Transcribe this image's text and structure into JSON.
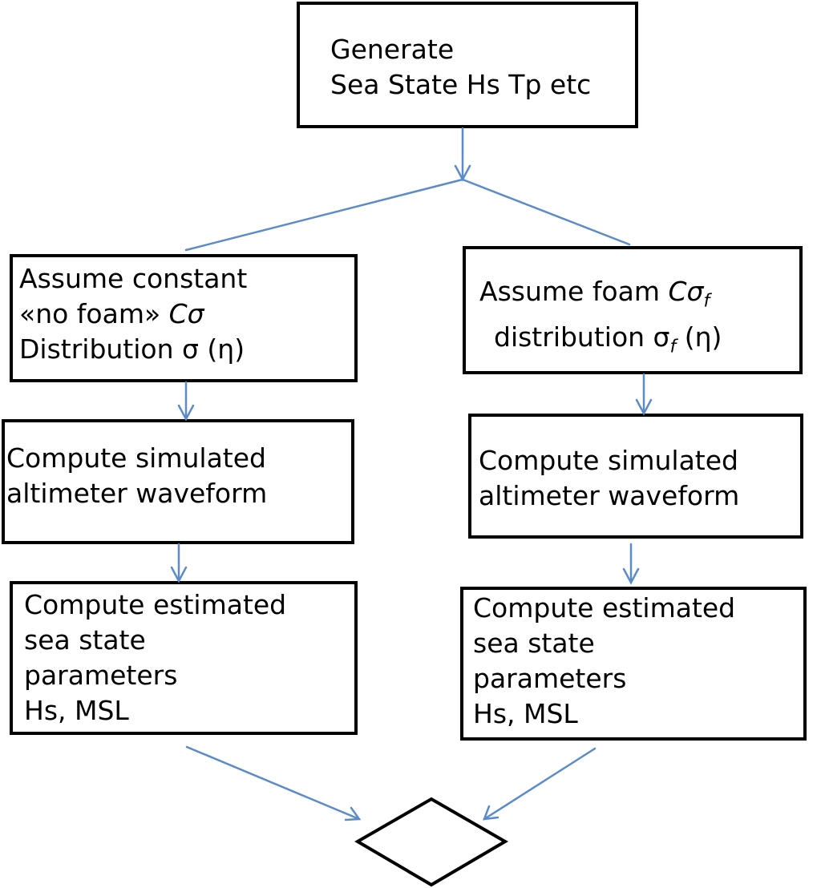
{
  "nodes": {
    "generate": {
      "lines": [
        "Generate",
        "Sea State Hs Tp etc"
      ]
    },
    "left_assume": {
      "line1": "Assume constant",
      "line2_text": "«no foam» ",
      "line2_sym": "Cσ",
      "line3": "Distribution σ (η)"
    },
    "right_assume": {
      "line1_text": "Assume foam ",
      "line1_sym": "Cσ",
      "line1_sub": "f",
      "line2_a": "distribution σ",
      "line2_sub": "f",
      "line2_b": " (η)"
    },
    "left_compute_waveform": {
      "lines": [
        "Compute simulated",
        "altimeter waveform"
      ]
    },
    "right_compute_waveform": {
      "lines": [
        "Compute simulated",
        "altimeter waveform"
      ]
    },
    "left_compute_params": {
      "lines": [
        "Compute estimated",
        "sea state",
        "parameters",
        "Hs, MSL"
      ]
    },
    "right_compute_params": {
      "lines": [
        "Compute estimated",
        "sea state",
        "parameters",
        "Hs, MSL"
      ]
    }
  },
  "colors": {
    "arrow": "#5b8bc9",
    "border": "#000000"
  }
}
